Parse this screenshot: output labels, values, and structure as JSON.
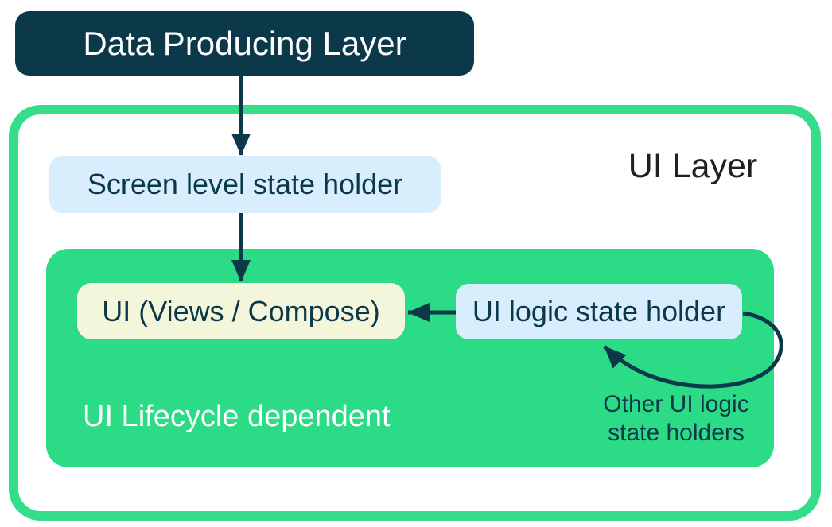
{
  "diagram": {
    "title": "UI Layer",
    "data_producing_layer": {
      "label": "Data Producing Layer"
    },
    "screen_state_holder": {
      "label": "Screen level state holder"
    },
    "ui_box": {
      "label": "UI (Views / Compose)"
    },
    "ui_logic_state_holder": {
      "label": "UI logic state holder"
    },
    "lifecycle_note": {
      "label": "UI Lifecycle dependent"
    },
    "other_holders_note": {
      "line1": "Other UI logic",
      "line2": "state holders"
    }
  },
  "colors": {
    "ink": "#0b394a",
    "dark_box_bg": "#0b394a",
    "green_border": "#35dd8a",
    "green_inner": "#2cdb86",
    "light_blue": "#d8eefc",
    "pale_yellow": "#f3f6da",
    "title_text": "#202124",
    "white": "#ffffff"
  }
}
